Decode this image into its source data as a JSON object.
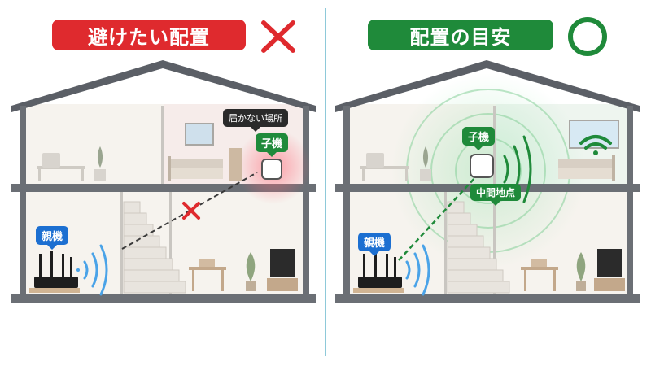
{
  "left_panel": {
    "title": "避けたい配置",
    "mark": "×",
    "router_label": "親機",
    "extender_label": "子機",
    "note": "届かない場所"
  },
  "right_panel": {
    "title": "配置の目安",
    "mark": "○",
    "router_label": "親機",
    "extender_label": "子機",
    "note": "中間地点"
  },
  "colors": {
    "bad": "#df2a2e",
    "good": "#1f8a3a",
    "tag_blue": "#1c6fd1",
    "wifi_blue": "#4aa3e8",
    "divider": "#8ec9d9"
  }
}
